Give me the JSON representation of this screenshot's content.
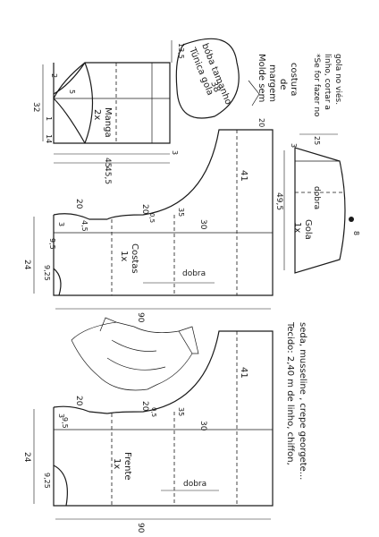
{
  "title": {
    "line1": "Túnica gola",
    "line2": "bóba tamanho",
    "line3": "38"
  },
  "margin_note": {
    "line1": "Molde sem",
    "line2": "margem",
    "line3": "de",
    "line4": "costura"
  },
  "bias_note": {
    "line1": "*Se for fazer no",
    "line2": "linho, cortar a",
    "line3": "gola no viés."
  },
  "fabric_note": {
    "line1": "Tecido: 2,40 m de linho, chiffon,",
    "line2": "seda, musseline , crepe georgete..."
  },
  "sleeve": {
    "name": "Manga",
    "qty": "2x",
    "dim_32": "32",
    "dim_13_5": "13,5",
    "dim_2": "2",
    "dim_5": "5",
    "dim_1": "1",
    "dim_14": "14",
    "dim_45": "45",
    "dim_45_5": "45,5",
    "dim_3": "3"
  },
  "back": {
    "name": "Costas",
    "qty": "1x",
    "fold": "dobra",
    "dim_24": "24",
    "dim_20a": "20",
    "dim_20b": "20",
    "dim_41": "41",
    "dim_30": "30",
    "dim_35": "35",
    "dim_90": "90",
    "dim_9_5": "9,5",
    "dim_9_25": "9,25",
    "dim_3": "3",
    "dim_4_5": "4,5",
    "dim_0_5": "0,5"
  },
  "front": {
    "name": "Frente",
    "qty": "1x",
    "fold": "dobra",
    "dim_24": "24",
    "dim_20a": "20",
    "dim_20b": "20",
    "dim_41": "41",
    "dim_30": "30",
    "dim_35": "35",
    "dim_90": "90",
    "dim_9_5": "9,5",
    "dim_9_25": "9,25",
    "dim_3": "3",
    "dim_0_5": "0,5"
  },
  "collar": {
    "name": "Gola",
    "qty": "1x",
    "fold": "dobra",
    "dim_49_5": "49,5",
    "dim_25": "25",
    "dim_3": "3",
    "dim_8": "8"
  }
}
